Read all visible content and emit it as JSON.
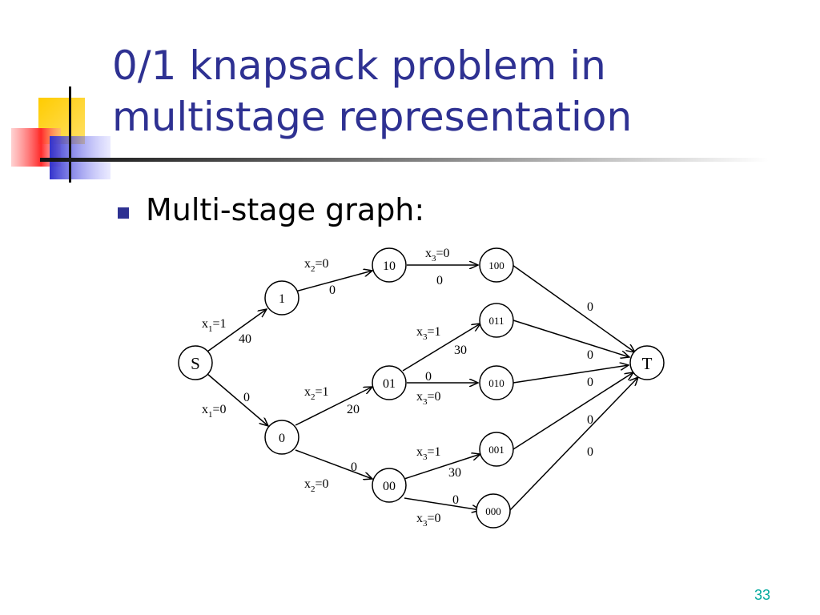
{
  "slide": {
    "title_line1": "0/1 knapsack problem in",
    "title_line2": "multistage representation",
    "bullet": "Multi-stage graph:",
    "page_number": "33",
    "colors": {
      "title": "#2e3192",
      "bullet": "#2e3192",
      "page_number": "#00a99d",
      "deco_yellow": "#ffcc00",
      "deco_red": "#ff3333",
      "deco_blue": "#3333cc"
    }
  },
  "graph": {
    "nodes": {
      "S": "S",
      "n1": "1",
      "n0": "0",
      "n10": "10",
      "n01": "01",
      "n00": "00",
      "n100": "100",
      "n011": "011",
      "n010": "010",
      "n001": "001",
      "n000": "000",
      "T": "T"
    },
    "edges": {
      "s_1": {
        "var": "x",
        "sub": "1",
        "val": "=1",
        "weight": "40"
      },
      "s_0": {
        "var": "x",
        "sub": "1",
        "val": "=0",
        "weight": "0"
      },
      "1_10": {
        "var": "x",
        "sub": "2",
        "val": "=0",
        "weight": "0"
      },
      "0_01": {
        "var": "x",
        "sub": "2",
        "val": "=1",
        "weight": "20"
      },
      "0_00": {
        "var": "x",
        "sub": "2",
        "val": "=0",
        "weight": "0"
      },
      "10_100": {
        "var": "x",
        "sub": "3",
        "val": "=0",
        "weight": "0"
      },
      "01_011": {
        "var": "x",
        "sub": "3",
        "val": "=1",
        "weight": "30"
      },
      "01_010": {
        "var": "x",
        "sub": "3",
        "val": "=0",
        "weight": "0"
      },
      "00_001": {
        "var": "x",
        "sub": "3",
        "val": "=1",
        "weight": "30"
      },
      "00_000": {
        "var": "x",
        "sub": "3",
        "val": "=0",
        "weight": "0"
      },
      "100_t": {
        "weight": "0"
      },
      "011_t": {
        "weight": "0"
      },
      "010_t": {
        "weight": "0"
      },
      "001_t": {
        "weight": "0"
      },
      "000_t": {
        "weight": "0"
      }
    }
  }
}
